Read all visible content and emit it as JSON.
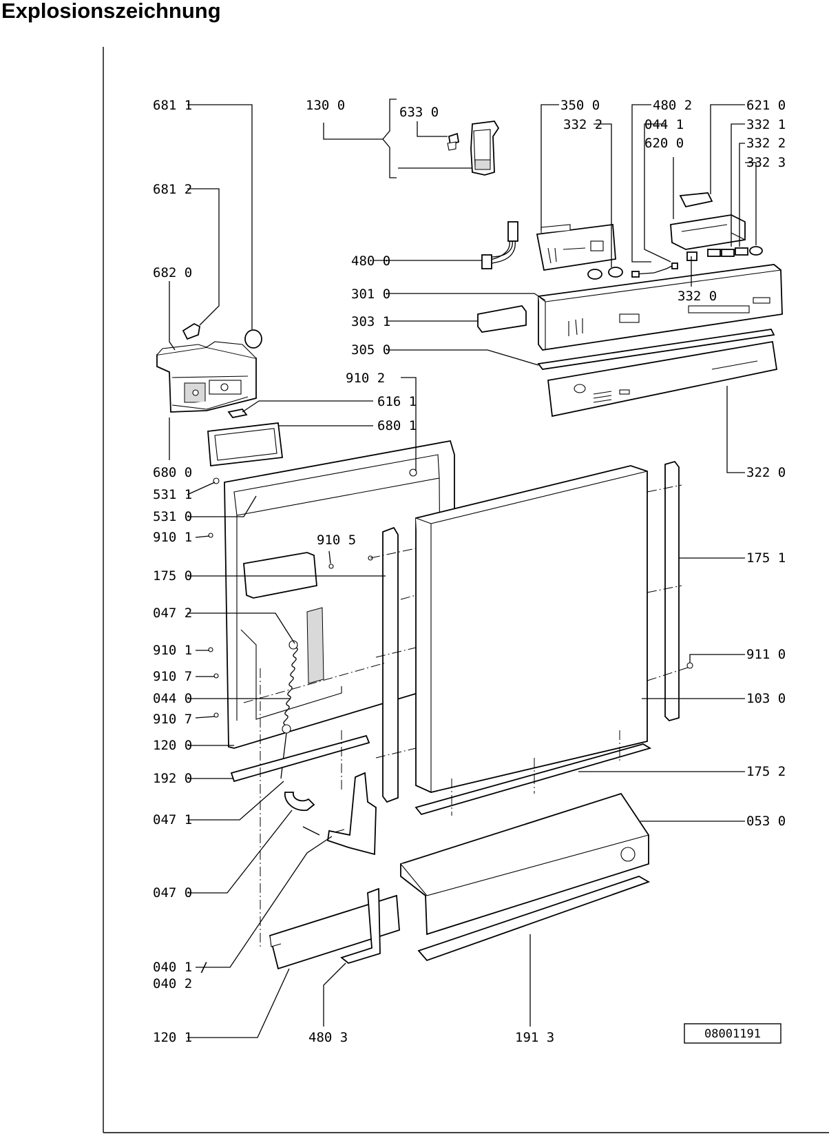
{
  "heading": "Explosionszeichnung",
  "drawing_number": "08001191",
  "labels": {
    "l6811": "681 1",
    "l1300": "130 0",
    "l6330": "633 0",
    "l3500": "350 0",
    "l3322a": "332 2",
    "l4802": "480 2",
    "l0441": "044 1",
    "l6200": "620 0",
    "l6210": "621 0",
    "l3321": "332 1",
    "l3322b": "332 2",
    "l3323": "332 3",
    "l6812": "681 2",
    "l6820": "682 0",
    "l4800": "480 0",
    "l3010": "301 0",
    "l3320": "332 0",
    "l3031": "303 1",
    "l3050": "305 0",
    "l9102": "910 2",
    "l6161": "616 1",
    "l6801": "680 1",
    "l6800": "680 0",
    "l3220": "322 0",
    "l5311": "531 1",
    "l5310": "531 0",
    "l9101a": "910 1",
    "l9105": "910 5",
    "l1751": "175 1",
    "l1750": "175 0",
    "l0472": "047 2",
    "l9101b": "910 1",
    "l9110": "911 0",
    "l9107a": "910 7",
    "l0440": "044 0",
    "l1030": "103 0",
    "l9107b": "910 7",
    "l1200": "120 0",
    "l1920": "192 0",
    "l1752": "175 2",
    "l0471": "047 1",
    "l0530": "053 0",
    "l0470": "047 0",
    "l0401": "040 1 /",
    "l0402": "040 2",
    "l1201": "120 1",
    "l4803": "480 3",
    "l1913": "191 3"
  }
}
